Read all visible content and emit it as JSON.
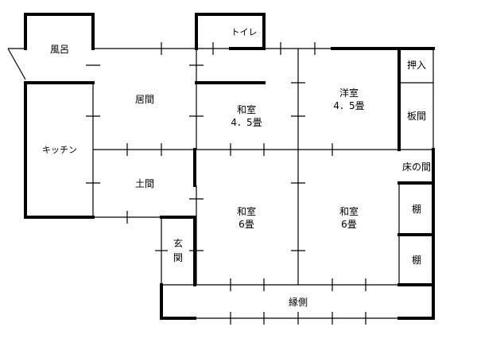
{
  "rooms": {
    "bath": "風呂",
    "toilet": "トイレ",
    "oshiire": "押入",
    "living": "居間",
    "washitsu_a_name": "和室",
    "washitsu_a_size": "4．5畳",
    "youshitsu_name": "洋室",
    "youshitsu_size": "4．5畳",
    "itama": "板間",
    "kitchen": "キッチン",
    "tokonoma": "床の間",
    "doma": "土間",
    "washitsu_b_name": "和室",
    "washitsu_b_size": "6畳",
    "washitsu_c_name": "和室",
    "washitsu_c_size": "6畳",
    "shelf_upper": "棚",
    "genkan_1": "玄",
    "genkan_2": "関",
    "shelf_lower": "棚",
    "engawa": "縁側"
  },
  "colors": {
    "line": "#000000",
    "background": "#ffffff"
  }
}
